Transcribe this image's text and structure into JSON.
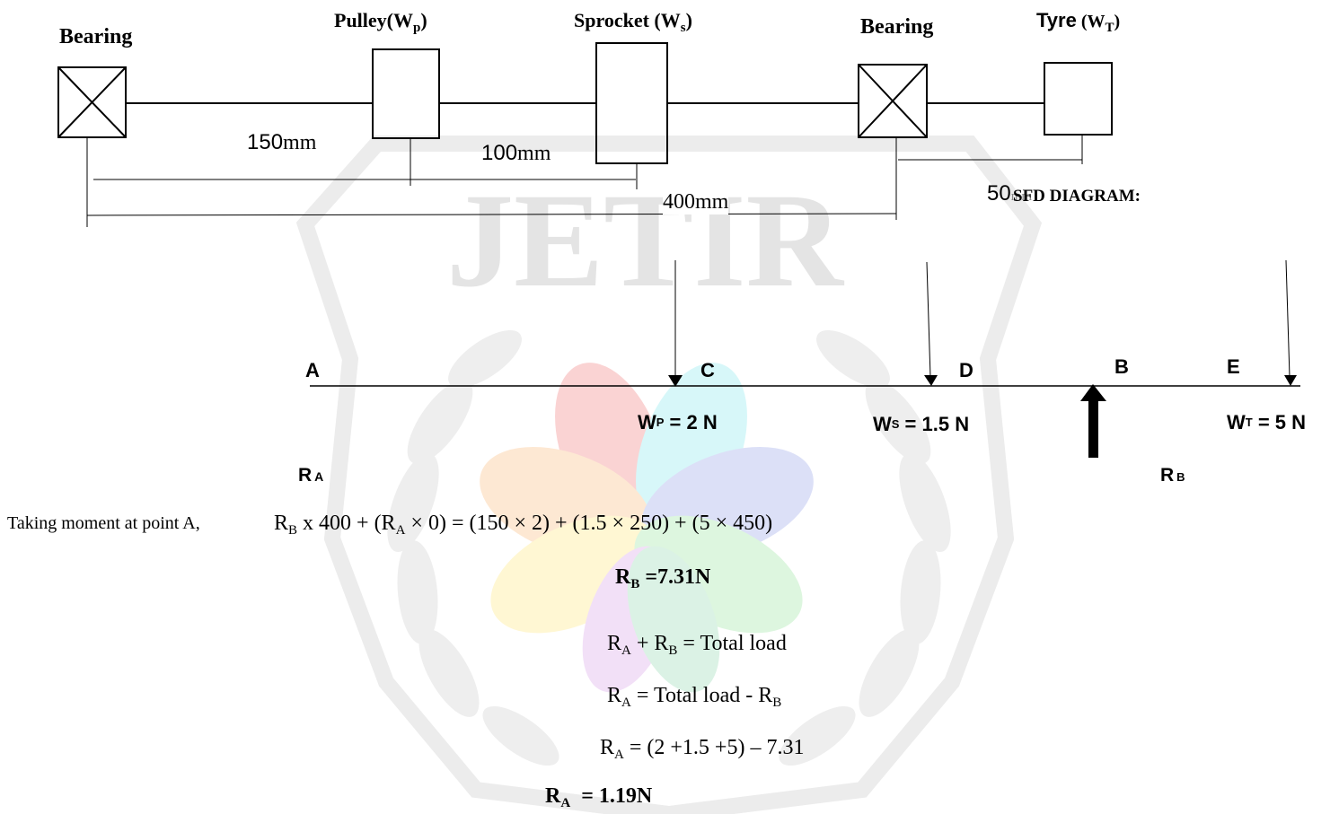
{
  "watermark": {
    "text": "JETIR"
  },
  "top_labels": {
    "bearing_left": "Bearing",
    "pulley": "Pulley(W",
    "pulley_sub": "p",
    "pulley_close": ")",
    "sprocket": "Sprocket (W",
    "sprocket_sub": "s",
    "sprocket_close": ")",
    "bearing_right": "Bearing",
    "tyre": "Tyre",
    "tyre_paren": " (W",
    "tyre_sub": "T",
    "tyre_close": ")"
  },
  "dimensions": {
    "d150": "150",
    "d150_unit": "mm",
    "d100": "100",
    "d100_unit": "mm",
    "d400": "400mm",
    "d50": "50",
    "d50_unit": "mm",
    "sfd_heading": "SFD DIAGRAM:"
  },
  "beam": {
    "point_a": "A",
    "point_c": "C",
    "point_d": "D",
    "point_b": "B",
    "point_e": "E",
    "wp_main": "W",
    "wp_sub": "P",
    "wp_value": " = 2 N",
    "ws_main": "W",
    "ws_sub": "S",
    "ws_value": " = 1.5 N",
    "wt_main": "W",
    "wt_sub": "T",
    "wt_value": " = 5 N",
    "ra_main": "R",
    "ra_sub": "A",
    "rb_main": "R",
    "rb_sub": "B"
  },
  "equations": {
    "moment_intro": "Taking moment at point A,",
    "moment_r": "R",
    "moment_b": "B",
    "moment_mid1": " x 400 + (R",
    "moment_a": "A",
    "moment_rest": " × 0) = (150 × 2) + (1.5 × 250) + (5 × 450)",
    "rb_r": "R",
    "rb_b": "B",
    "rb_value": " =7.31N",
    "sum_r1": "R",
    "sum_a1": "A",
    "sum_plus": " + R",
    "sum_b1": "B",
    "sum_rest": " = Total load",
    "ra1_r": "R",
    "ra1_a": "A",
    "ra1_mid": " = Total load - R",
    "ra1_b": "B",
    "ra2_r": "R",
    "ra2_a": "A",
    "ra2_rest": " = (2 +1.5 +5) – 7.31",
    "ra3_r": "R",
    "ra3_a": "A",
    "ra3_rest": "  = 1.19N"
  }
}
